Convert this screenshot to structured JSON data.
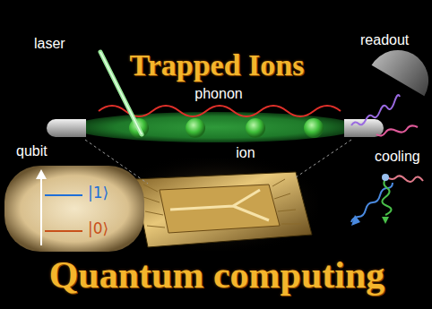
{
  "diagram": {
    "title": "Trapped Ions",
    "caption": "Quantum computing",
    "nodes": [
      {
        "text": [
          "|1⟩",
          "|0⟩"
        ]
      }
    ],
    "labels": [
      "laser",
      "phonon",
      "readout",
      "qubit",
      "ion",
      "cooling"
    ]
  }
}
